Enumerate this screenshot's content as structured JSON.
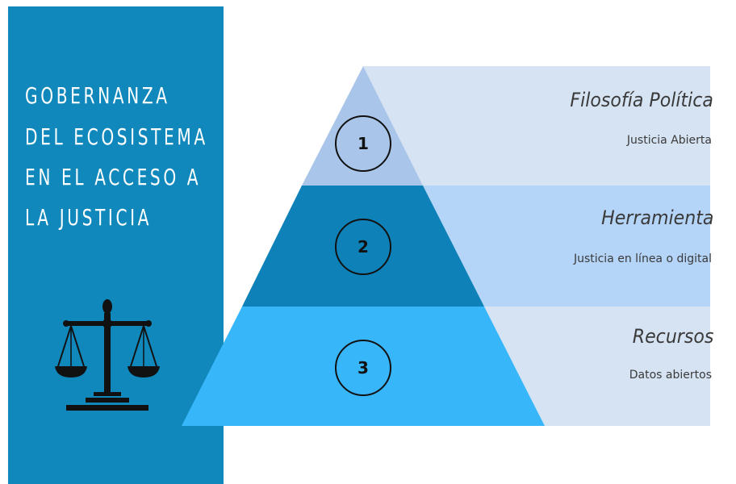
{
  "title": {
    "lines": [
      "GOBERNANZA",
      "DEL ECOSISTEMA",
      "EN EL ACCESO A",
      "LA JUSTICIA"
    ]
  },
  "icon": "balance-scale-icon",
  "colors": {
    "left_panel": "#1088bb",
    "tier1_band": "#d6e3f3",
    "tier1_triangle": "#a9c6ea",
    "tier2_band": "#b4d4f8",
    "tier2_triangle": "#0e82b8",
    "tier3_band": "#d6e3f3",
    "tier3_triangle": "#38b6fa"
  },
  "tiers": [
    {
      "number": "1",
      "title": "Filosofía Política",
      "subtitle": "Justicia Abierta"
    },
    {
      "number": "2",
      "title": "Herramienta",
      "subtitle": "Justicia en línea o digital"
    },
    {
      "number": "3",
      "title": "Recursos",
      "subtitle": "Datos abiertos"
    }
  ]
}
